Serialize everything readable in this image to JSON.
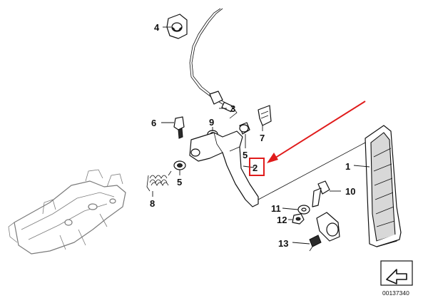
{
  "diagram": {
    "doc_id": "00137340",
    "callouts": [
      {
        "label": "1"
      },
      {
        "label": "2"
      },
      {
        "label": "3"
      },
      {
        "label": "4"
      },
      {
        "label": "5"
      },
      {
        "label": "5"
      },
      {
        "label": "6"
      },
      {
        "label": "7"
      },
      {
        "label": "8"
      },
      {
        "label": "9"
      },
      {
        "label": "10"
      },
      {
        "label": "11"
      },
      {
        "label": "12"
      },
      {
        "label": "13"
      }
    ],
    "highlight": {
      "target_label": "2",
      "color": "#e01b1b"
    },
    "icons": [
      "pedal-assembly-icon",
      "arrow-sheet-icon"
    ]
  }
}
